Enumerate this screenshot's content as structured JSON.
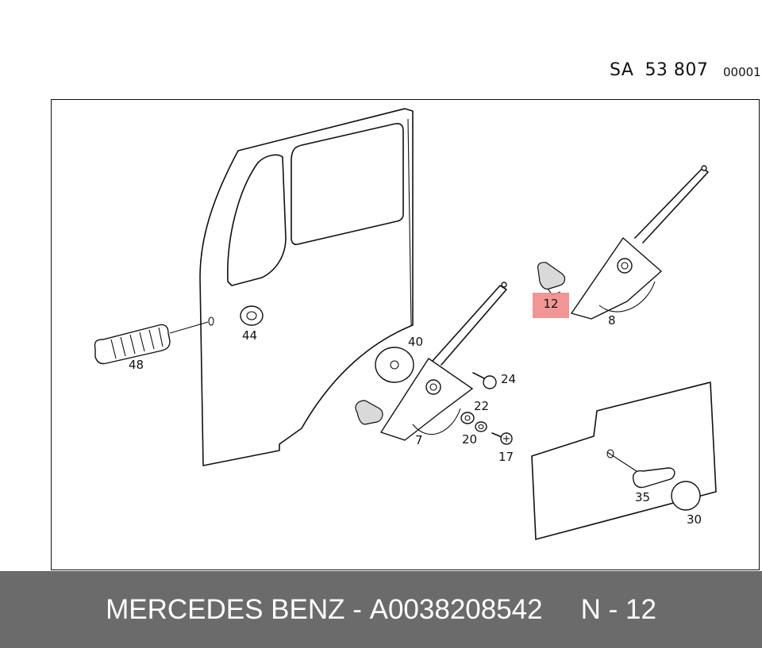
{
  "header": {
    "diagram_code_prefix": "SA",
    "diagram_code_number": "53 807",
    "page_code": "00001"
  },
  "callouts": {
    "c44": "44",
    "c48": "48",
    "c40": "40",
    "c7": "7",
    "c24": "24",
    "c22": "22",
    "c20": "20",
    "c17": "17",
    "c12": "12",
    "c8": "8",
    "c35": "35",
    "c30": "30"
  },
  "highlighted_part": "12",
  "footer": {
    "brand": "MERCEDES BENZ",
    "separator": " - ",
    "part_number": "A0038208542",
    "ref": "N - 12"
  },
  "colors": {
    "highlight": "#f08a8a",
    "footer_bg": "#6b6b6b",
    "footer_text": "#ffffff"
  }
}
